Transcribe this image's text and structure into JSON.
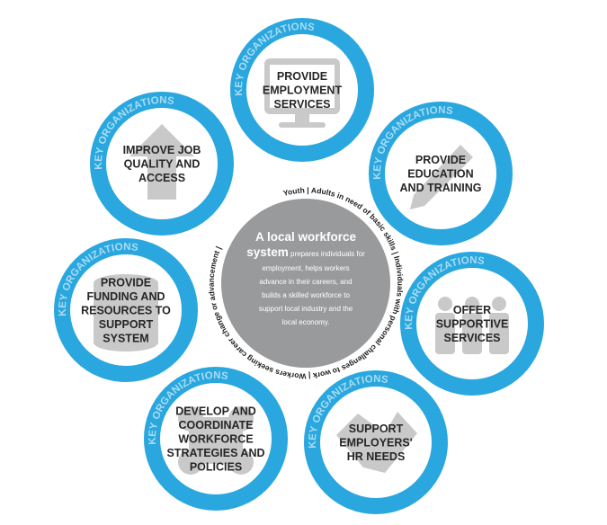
{
  "ring_label": "KEY ORGANIZATIONS",
  "colors": {
    "ring": "#2aa7df",
    "ring_text": "#a9dcf3",
    "center": "#999a9c",
    "icon": "#c9c9c9"
  },
  "circles": [
    {
      "id": "employment",
      "icon": "monitor-icon",
      "lines": [
        "PROVIDE",
        "EMPLOYMENT",
        "SERVICES"
      ]
    },
    {
      "id": "education",
      "icon": "pencil-icon",
      "lines": [
        "PROVIDE",
        "EDUCATION",
        "AND TRAINING"
      ]
    },
    {
      "id": "supportive",
      "icon": "people-icon",
      "lines": [
        "OFFER",
        "SUPPORTIVE",
        "SERVICES"
      ]
    },
    {
      "id": "employers",
      "icon": "handshake-icon",
      "lines": [
        "SUPPORT",
        "EMPLOYERS'",
        "HR NEEDS"
      ]
    },
    {
      "id": "strategies",
      "icon": "gears-icon",
      "lines": [
        "DEVELOP AND",
        "COORDINATE",
        "WORKFORCE",
        "STRATEGIES AND",
        "POLICIES"
      ]
    },
    {
      "id": "funding",
      "icon": "database-icon",
      "lines": [
        "PROVIDE",
        "FUNDING AND",
        "RESOURCES TO",
        "SUPPORT",
        "SYSTEM"
      ]
    },
    {
      "id": "job-quality",
      "icon": "up-arrow-icon",
      "lines": [
        "IMPROVE JOB",
        "QUALITY AND",
        "ACCESS"
      ]
    }
  ],
  "center": {
    "title_prefix": "A ",
    "title_bold": "local workforce",
    "title_bold2": "system",
    "lines": [
      "prepares individuals for",
      "employment, helps workers",
      "advance in their careers, and",
      "builds a skilled workforce to",
      "support local industry and the",
      "local economy."
    ]
  },
  "populations": "Youth  |  Adults in need of basic skills  |  Individuals with personal challenges to work  |  Workers seeking career change or advancement  |"
}
